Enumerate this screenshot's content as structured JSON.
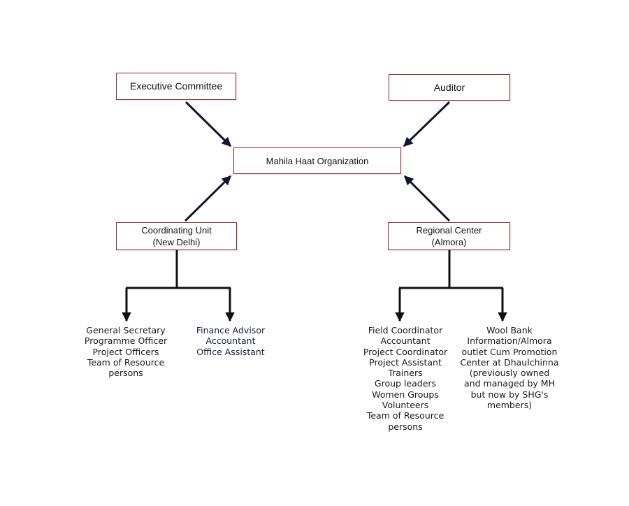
{
  "diagram": {
    "nodes": {
      "executive_committee": "Executive Committee",
      "auditor": "Auditor",
      "mahila_haat": "Mahila Haat Organization",
      "coordinating_unit": "Coordinating Unit\n(New Delhi)",
      "regional_center": "Regional Center\n(Almora)"
    },
    "staff_lists": {
      "coordinating_unit_staff": [
        "General Secretary",
        "Programme Officer",
        "Project Officers",
        "Team of Resource",
        "persons"
      ],
      "finance_staff": [
        "Finance Advisor",
        "Accountant",
        "Office Assistant"
      ],
      "regional_center_staff": [
        "Field Coordinator",
        "Accountant",
        "Project Coordinator",
        "Project Assistant",
        "Trainers",
        "Group leaders",
        "Women Groups",
        "Volunteers",
        "Team of Resource",
        "persons"
      ],
      "wool_bank": [
        "Wool Bank",
        "Information/Almora",
        "outlet Cum Promotion",
        "Center at Dhaulchinna",
        "(previously owned",
        "and managed by MH",
        "but now by SHG's",
        "members)"
      ]
    },
    "edges": [
      {
        "from": "Executive Committee",
        "to": "Mahila Haat Organization"
      },
      {
        "from": "Auditor",
        "to": "Mahila Haat Organization"
      },
      {
        "from": "Coordinating Unit",
        "to": "Mahila Haat Organization"
      },
      {
        "from": "Regional Center",
        "to": "Mahila Haat Organization"
      },
      {
        "from": "Coordinating Unit",
        "to": "coordinating_unit_staff"
      },
      {
        "from": "Coordinating Unit",
        "to": "finance_staff"
      },
      {
        "from": "Regional Center",
        "to": "regional_center_staff"
      },
      {
        "from": "Regional Center",
        "to": "wool_bank"
      }
    ],
    "colors": {
      "box_border": "#8a2b2b",
      "arrow": "#151530",
      "connector": "#111111"
    }
  }
}
